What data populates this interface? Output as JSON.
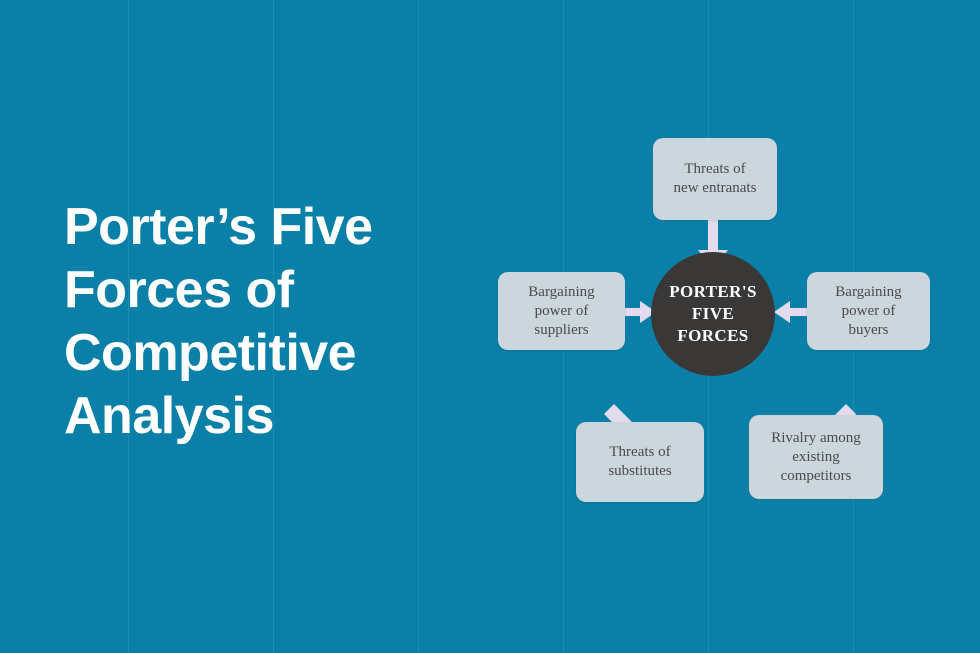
{
  "slide": {
    "background_color": "#0a80a8",
    "grid_line_positions": [
      128,
      273,
      418,
      563,
      708,
      853
    ]
  },
  "title": {
    "lines": [
      "Porter’s Five",
      "Forces of",
      "Competitive",
      "Analysis"
    ],
    "color": "#ffffff"
  },
  "diagram": {
    "center": {
      "label_lines": [
        "PORTER'S",
        "FIVE",
        "FORCES"
      ],
      "fill_color": "#3a3836",
      "text_color": "#ffffff"
    },
    "box_fill_color": "#ccd6dd",
    "box_text_color": "#4b4b4b",
    "arrow_color": "#e4dcec",
    "nodes": [
      {
        "id": "threats-of-new-entrants",
        "position": "top",
        "lines": [
          "Threats of",
          "new entranats"
        ],
        "arrow_direction": "down"
      },
      {
        "id": "bargaining-power-of-suppliers",
        "position": "left",
        "lines": [
          "Bargaining",
          "power of",
          "suppliers"
        ],
        "arrow_direction": "right"
      },
      {
        "id": "bargaining-power-of-buyers",
        "position": "right",
        "lines": [
          "Bargaining",
          "power of",
          "buyers"
        ],
        "arrow_direction": "left"
      },
      {
        "id": "threats-of-substitutes",
        "position": "bottom-left",
        "lines": [
          "Threats of",
          "substitutes"
        ],
        "arrow_direction": "up-right"
      },
      {
        "id": "rivalry-among-existing-competitors",
        "position": "bottom-right",
        "lines": [
          "Rivalry among",
          "existing",
          "competitors"
        ],
        "arrow_direction": "up-left"
      }
    ]
  }
}
